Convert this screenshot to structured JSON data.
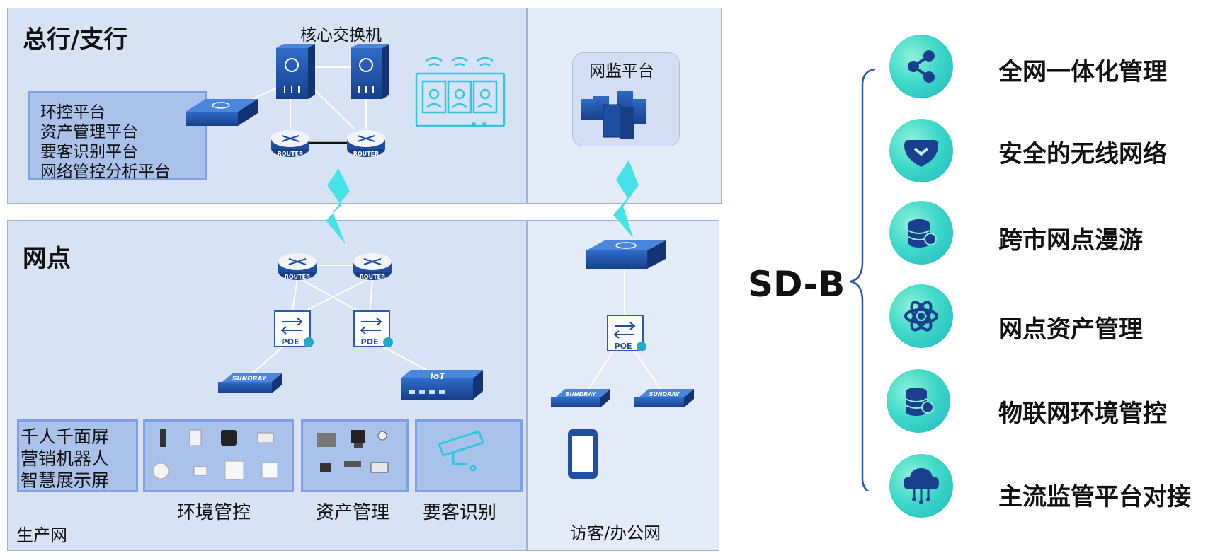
{
  "hq": {
    "title": "总行/支行",
    "core_switch_label": "核心交换机",
    "platforms": [
      "环控平台",
      "资产管理平台",
      "要客识别平台",
      "网络管控分析平台"
    ],
    "monitor_label": "网监平台"
  },
  "branch": {
    "title": "网点",
    "production_net": "生产网",
    "visitor_net": "访客/办公网",
    "screen_box": [
      "千人千面屏",
      "营销机器人",
      "智慧展示屏"
    ],
    "group_labels": [
      "环境管控",
      "资产管理",
      "要客识别"
    ]
  },
  "devices": {
    "router_label": "ROUTER",
    "poe_label": "POE",
    "ap_label": "SUNDRAY",
    "iot_label": "IoT"
  },
  "sdb": {
    "title": "SD-B",
    "features": [
      {
        "label": "全网一体化管理",
        "icon": "share-icon"
      },
      {
        "label": "安全的无线网络",
        "icon": "shield-icon"
      },
      {
        "label": "跨市网点漫游",
        "icon": "database-icon"
      },
      {
        "label": "网点资产管理",
        "icon": "atom-icon"
      },
      {
        "label": "物联网环境管控",
        "icon": "database-icon"
      },
      {
        "label": "主流监管平台对接",
        "icon": "cloud-network-icon"
      }
    ]
  },
  "colors": {
    "panel_bg": "#dae4f5",
    "panel_border": "#9fb3da",
    "device_blue": "#1f4fa0",
    "accent_cyan": "#3fd9c9"
  }
}
